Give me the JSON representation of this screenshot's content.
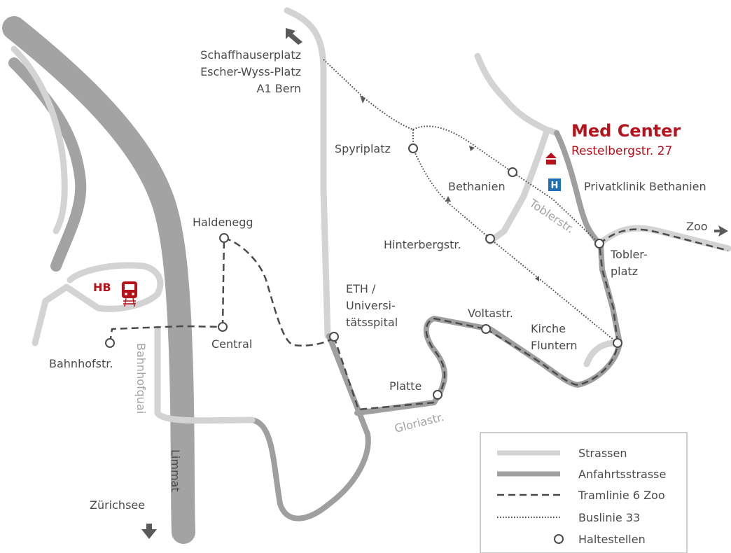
{
  "destination": {
    "title": "Med Center",
    "address": "Restelbergstr. 27"
  },
  "hospital": {
    "badge": "H",
    "name": "Privatklinik Bethanien"
  },
  "station": {
    "label": "HB"
  },
  "directions": {
    "northwest": [
      "Schaffhauserplatz",
      "Escher-Wyss-Platz",
      "A1 Bern"
    ],
    "zoo": "Zoo",
    "lake": "Zürichsee"
  },
  "stops": {
    "spyriplatz": "Spyriplatz",
    "bethanien": "Bethanien",
    "hinterbergstr": "Hinterbergstr.",
    "haldenegg": "Haldenegg",
    "central": "Central",
    "bahnhofstr": "Bahnhofstr.",
    "eth": [
      "ETH /",
      "Universi-",
      "tätsspital"
    ],
    "voltastr": "Voltastr.",
    "platte": "Platte",
    "kirche_fluntern": [
      "Kirche",
      "Fluntern"
    ],
    "toblerplatz": [
      "Tobler-",
      "platz"
    ]
  },
  "streets": {
    "toblerstr": "Toblerstr.",
    "bahnhofquai": "Bahnhofquai",
    "gloriastr": "Gloriastr.",
    "limmat": "Limmat"
  },
  "legend": [
    {
      "label": "Strassen",
      "symbol": "street"
    },
    {
      "label": "Anfahrtsstrasse",
      "symbol": "access"
    },
    {
      "label": "Tramlinie 6 Zoo",
      "symbol": "tram"
    },
    {
      "label": "Buslinie 33",
      "symbol": "bus"
    },
    {
      "label": "Haltestellen",
      "symbol": "stop"
    }
  ],
  "colors": {
    "brand_red": "#b5121b",
    "hospital_blue": "#1f6fb2",
    "street": "#d3d3d3",
    "access_road": "#9f9f9f",
    "river": "#a3a3a3",
    "line": "#4b4b4b"
  }
}
